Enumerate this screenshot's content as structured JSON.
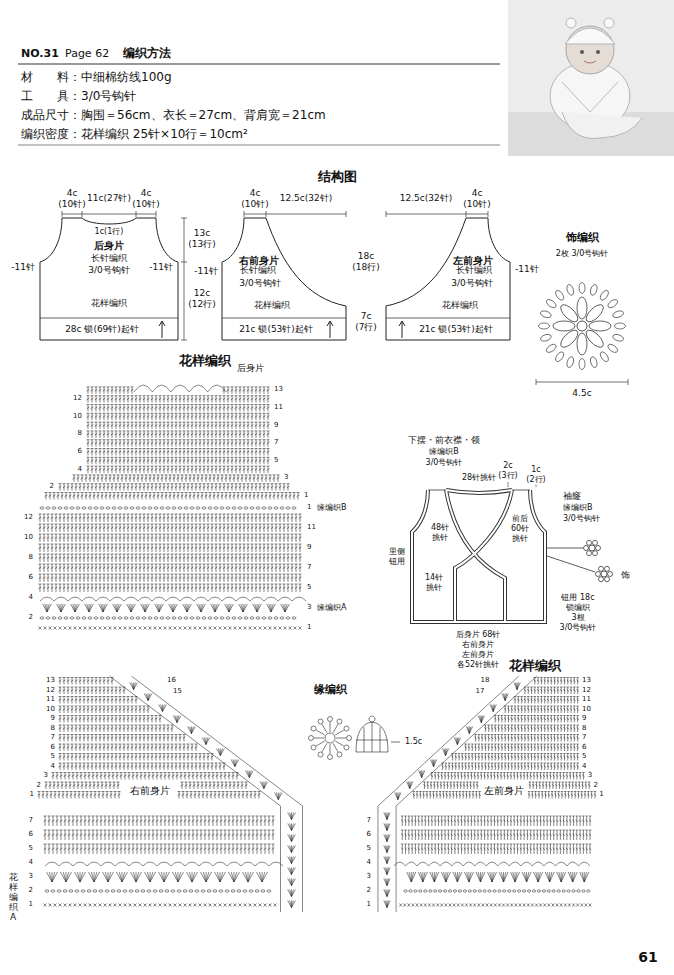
{
  "diagram": {
    "nodes": [
      {
        "text": [
          "后身片",
          "长针编织",
          "3/0号钩针",
          "花样编织",
          "28c 锁(69针)起针"
        ]
      },
      {
        "text": [
          "右前身片",
          "长针编织",
          "3/0号钩针",
          "花样编织",
          "21c 锁(53针)起针"
        ]
      },
      {
        "text": [
          "左前身片",
          "长针编织",
          "3/0号钩针",
          "花样编织",
          "21c 锁(53针)起针"
        ]
      },
      {
        "text": [
          "饰编织",
          "2枚 3/0号钩针"
        ]
      }
    ],
    "labels": [
      "NO.31",
      "Page 62",
      "编织方法",
      "材　　料：中细棉纺线100g",
      "工　　具：3/0号钩针",
      "成品尺寸：胸围＝56cm、衣长＝27cm、背肩宽＝21cm",
      "编织密度：花样编织 25针×10行＝10cm²",
      "结构图",
      "4c",
      "(10针)",
      "11c(27针)",
      "4c",
      "(10针)",
      "1c(1行)",
      "-11针",
      "-11针",
      "13c",
      "(13行)",
      "12c",
      "(12行)",
      "4c",
      "(10针)",
      "12.5c(32针)",
      "-11针",
      "18c",
      "(18行)",
      "7c",
      "(7行)",
      "12.5c(32针)",
      "4c",
      "(10针)",
      "-11针",
      "4.5c",
      "花样编织",
      "后身片",
      "13",
      "11",
      "9",
      "7",
      "5",
      "3",
      "1",
      "12",
      "10",
      "8",
      "6",
      "4",
      "2",
      "1",
      "缘编织B",
      "11",
      "9",
      "7",
      "5",
      "3",
      "1",
      "缘编织A",
      "12",
      "10",
      "8",
      "6",
      "4",
      "2",
      "下摆・前衣襟・领",
      "缘编织B",
      "3/0号钩针",
      "28针挑针",
      "2c",
      "(3行)",
      "1c",
      "(2行)",
      "袖窿",
      "缘编织B",
      "3/0号钩针",
      "48针",
      "挑针",
      "前后",
      "60针",
      "挑针",
      "里侧",
      "钮用",
      "14针",
      "挑针",
      "后身片 68针",
      "右前身片",
      "左前身片",
      "各52针挑针",
      "钮用 18c",
      "锁编织",
      "3根",
      "3/0号钩针",
      "饰",
      "缘编织",
      "1.5c",
      "花样编织",
      "右前身片",
      "16",
      "15",
      "13",
      "12",
      "11",
      "10",
      "9",
      "8",
      "7",
      "6",
      "5",
      "4",
      "3",
      "2",
      "1",
      "7",
      "6",
      "5",
      "4",
      "3",
      "2",
      "1",
      "花样编织A",
      "左前身片",
      "18",
      "17",
      "13",
      "12",
      "11",
      "10",
      "9",
      "8",
      "7",
      "6",
      "5",
      "4",
      "3",
      "2",
      "1",
      "7",
      "6",
      "5",
      "4",
      "3",
      "2",
      "1",
      "61"
    ]
  }
}
